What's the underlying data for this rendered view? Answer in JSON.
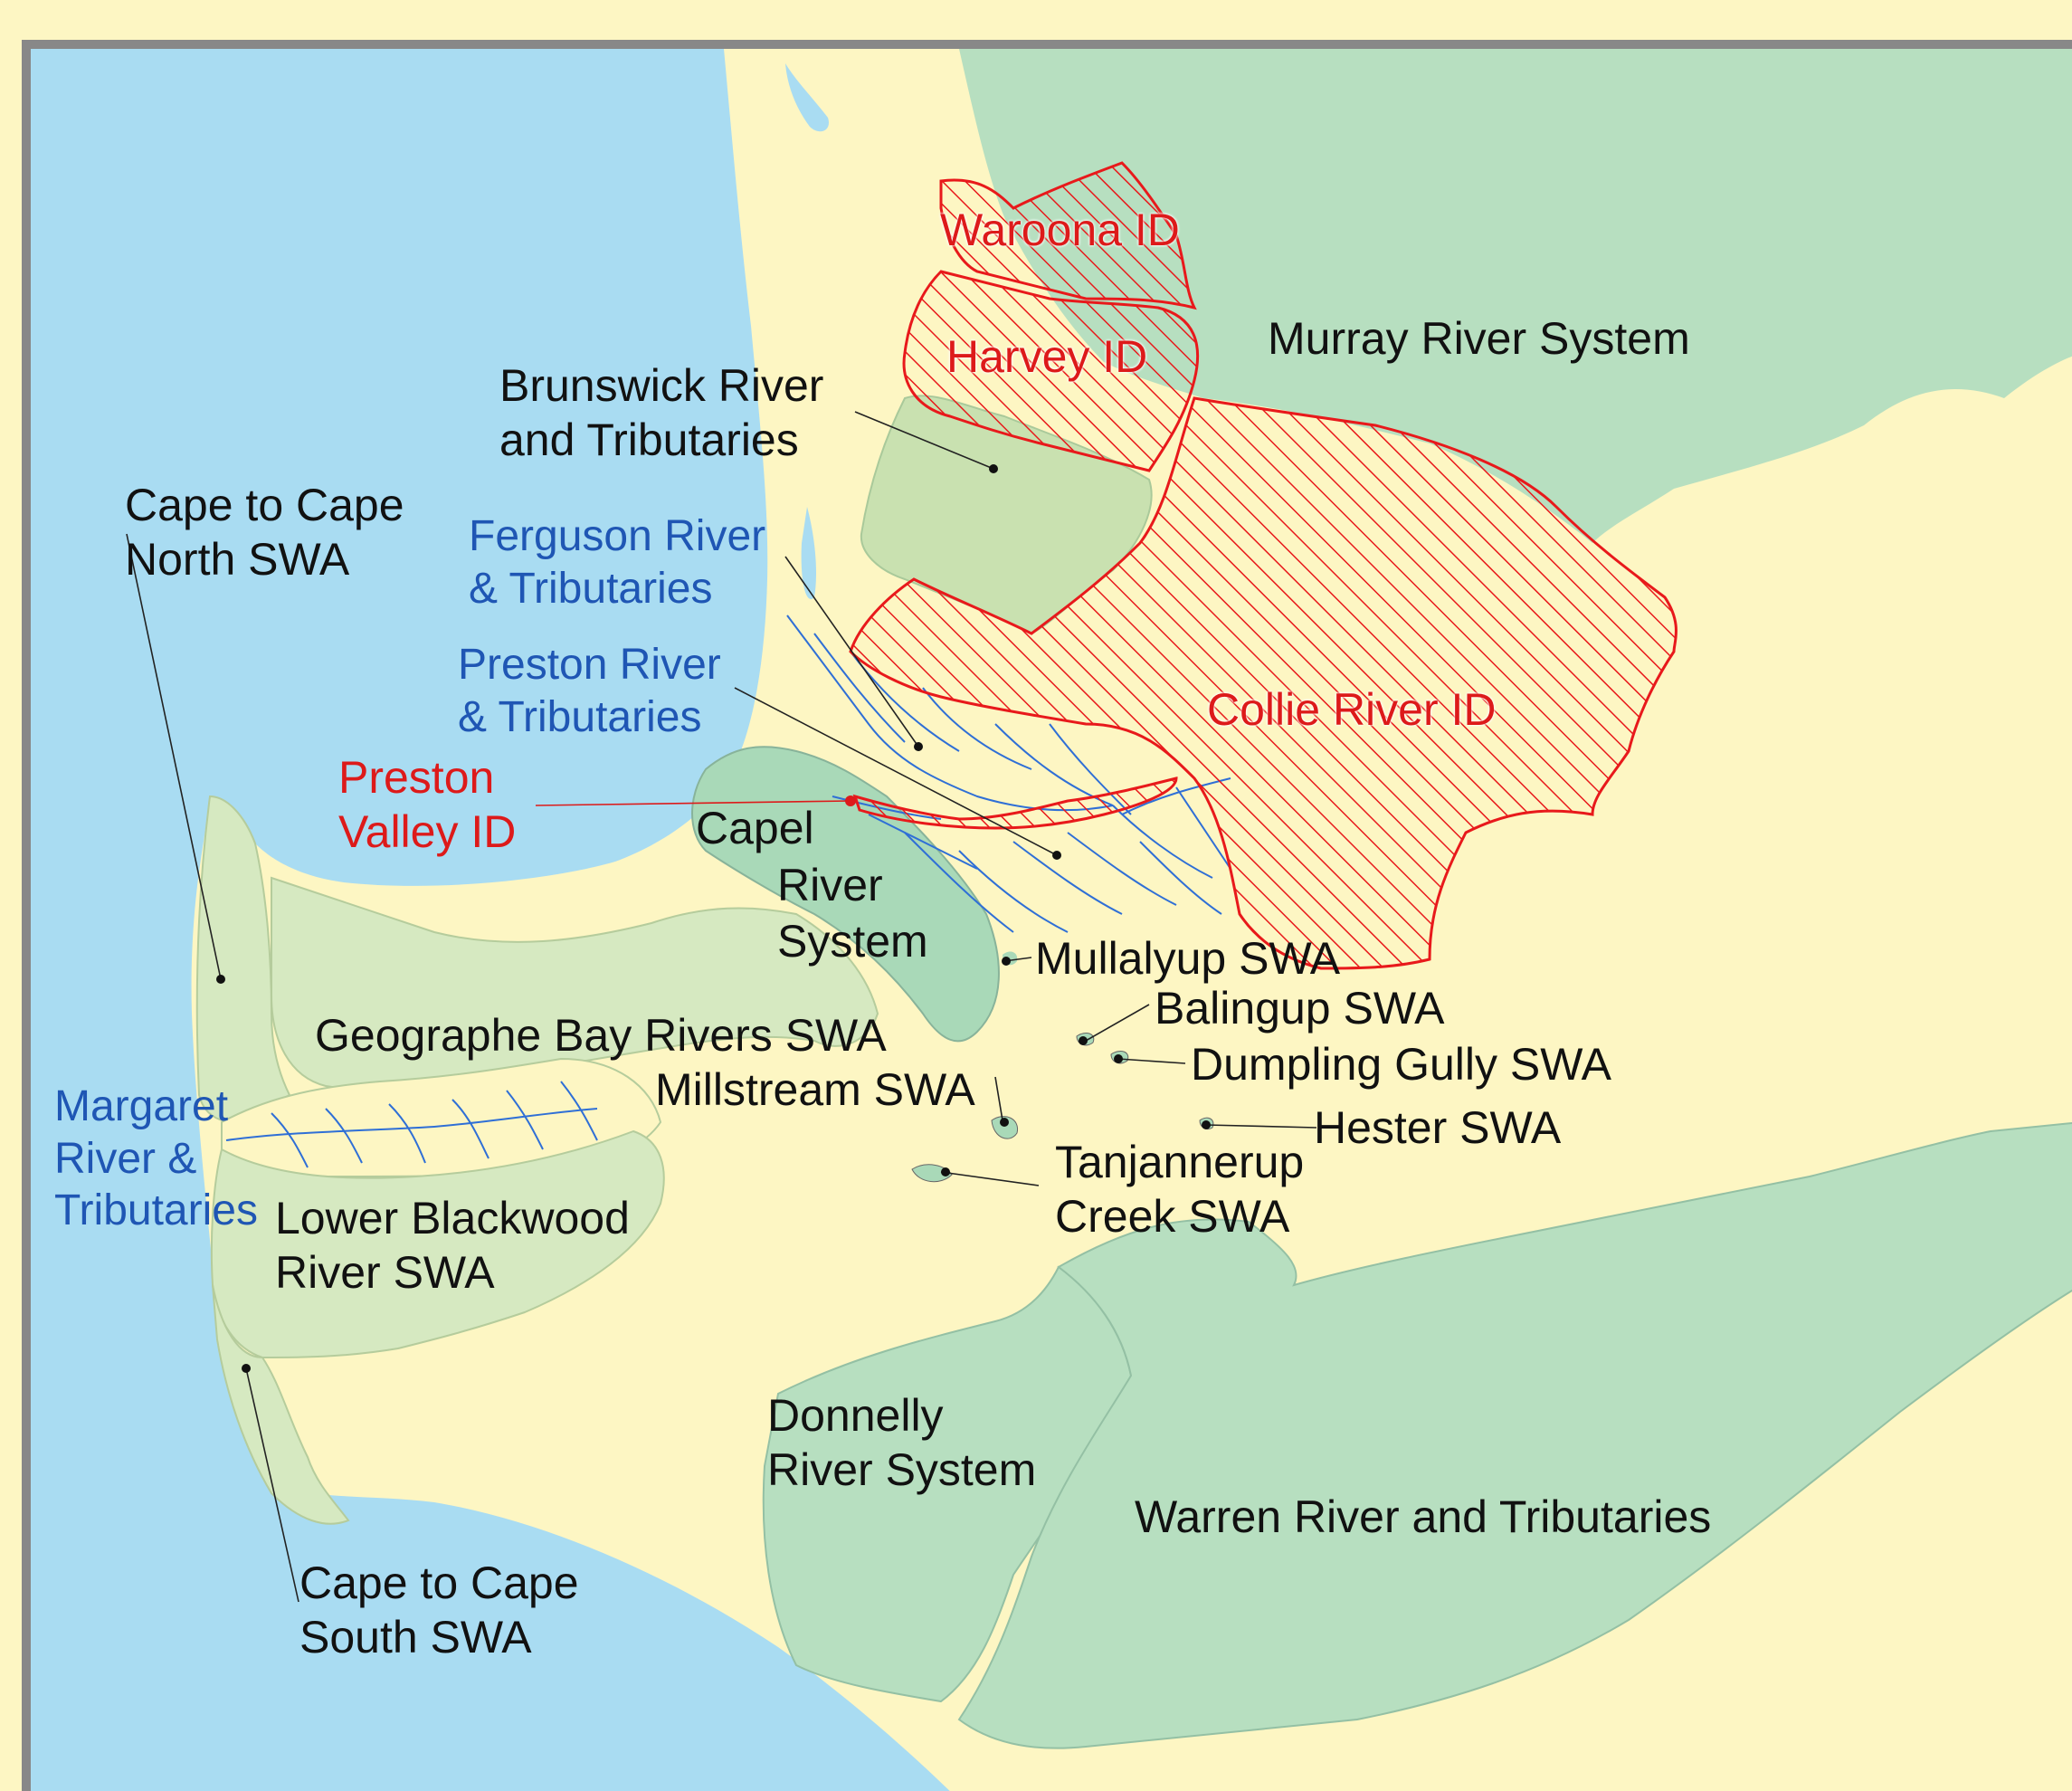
{
  "colors": {
    "ocean": "#a9dcf2",
    "land": "#fdf6c3",
    "surface_water_area": "#d6e9c1",
    "river_system": "#b7dfc0",
    "irrigation_district": "#e8191b",
    "streams": "#2f6fd6",
    "frame": "#888888"
  },
  "regions": {
    "murray_river_system": "Murray River System",
    "waroona_id": "Waroona ID",
    "harvey_id": "Harvey ID",
    "collie_river_id": "Collie River ID",
    "preston_valley_id": [
      "Preston",
      "Valley ID"
    ],
    "brunswick_river": [
      "Brunswick River",
      "and Tributaries"
    ],
    "ferguson_river": [
      "Ferguson River",
      "& Tributaries"
    ],
    "preston_river": [
      "Preston River",
      "& Tributaries"
    ],
    "cape_to_cape_north": [
      "Cape to Cape",
      "North SWA"
    ],
    "capel_river_system": [
      "Capel",
      "River",
      "System"
    ],
    "mullalyup_swa": "Mullalyup SWA",
    "balingup_swa": "Balingup SWA",
    "dumpling_gully_swa": "Dumpling Gully SWA",
    "hester_swa": "Hester SWA",
    "geographe_bay_rivers": "Geographe Bay Rivers SWA",
    "millstream_swa": "Millstream SWA",
    "tanjannerup_creek": [
      "Tanjannerup",
      "Creek SWA"
    ],
    "margaret_river": [
      "Margaret",
      "River &",
      "Tributaries"
    ],
    "lower_blackwood": [
      "Lower Blackwood",
      "River SWA"
    ],
    "donnelly_river_system": [
      "Donnelly",
      "River System"
    ],
    "warren_river": "Warren River and Tributaries",
    "cape_to_cape_south": [
      "Cape to Cape",
      "South SWA"
    ]
  }
}
